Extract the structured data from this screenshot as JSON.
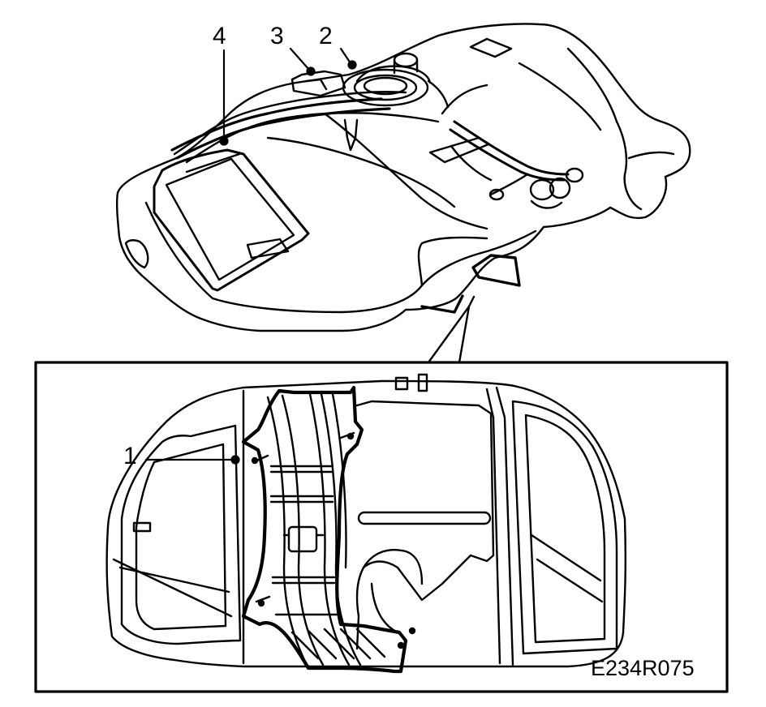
{
  "callouts": {
    "c1": "1",
    "c2": "2",
    "c3": "3",
    "c4": "4"
  },
  "figure_code": "E234R075",
  "colors": {
    "ink": "#000000",
    "background": "#ffffff"
  }
}
